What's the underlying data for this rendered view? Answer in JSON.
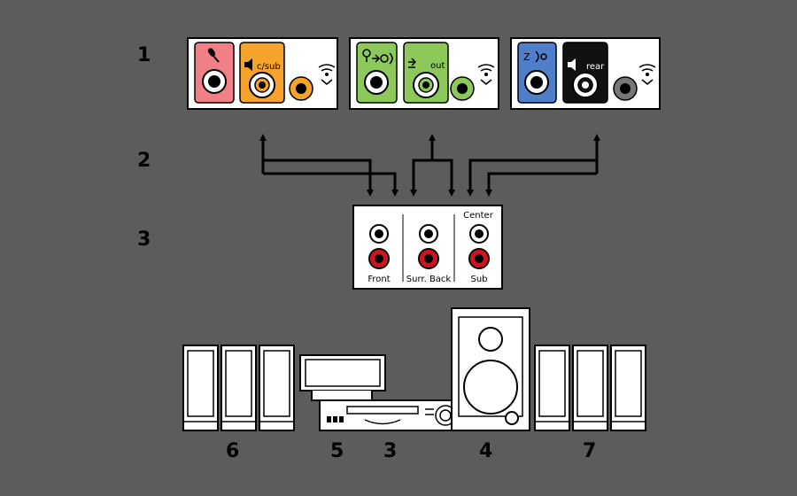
{
  "steps": [
    "1",
    "2",
    "3"
  ],
  "panels": [
    {
      "port_label_2": "c/sub"
    },
    {
      "port_label_2": "out"
    },
    {
      "port_label_2": "rear"
    }
  ],
  "receiver_box": {
    "top_label": "Center",
    "column_labels": [
      "Front",
      "Surr. Back",
      "Sub"
    ]
  },
  "callouts": [
    "6",
    "5",
    "3",
    "4",
    "7"
  ],
  "colors": {
    "background": "#5c5c5c",
    "pink_jack": "#f07f86",
    "orange_jack": "#f5a32a",
    "green_jack": "#8cc85a",
    "blue_jack": "#4f7fc8",
    "black_jack": "#111111",
    "red_rca": "#d0131c"
  }
}
